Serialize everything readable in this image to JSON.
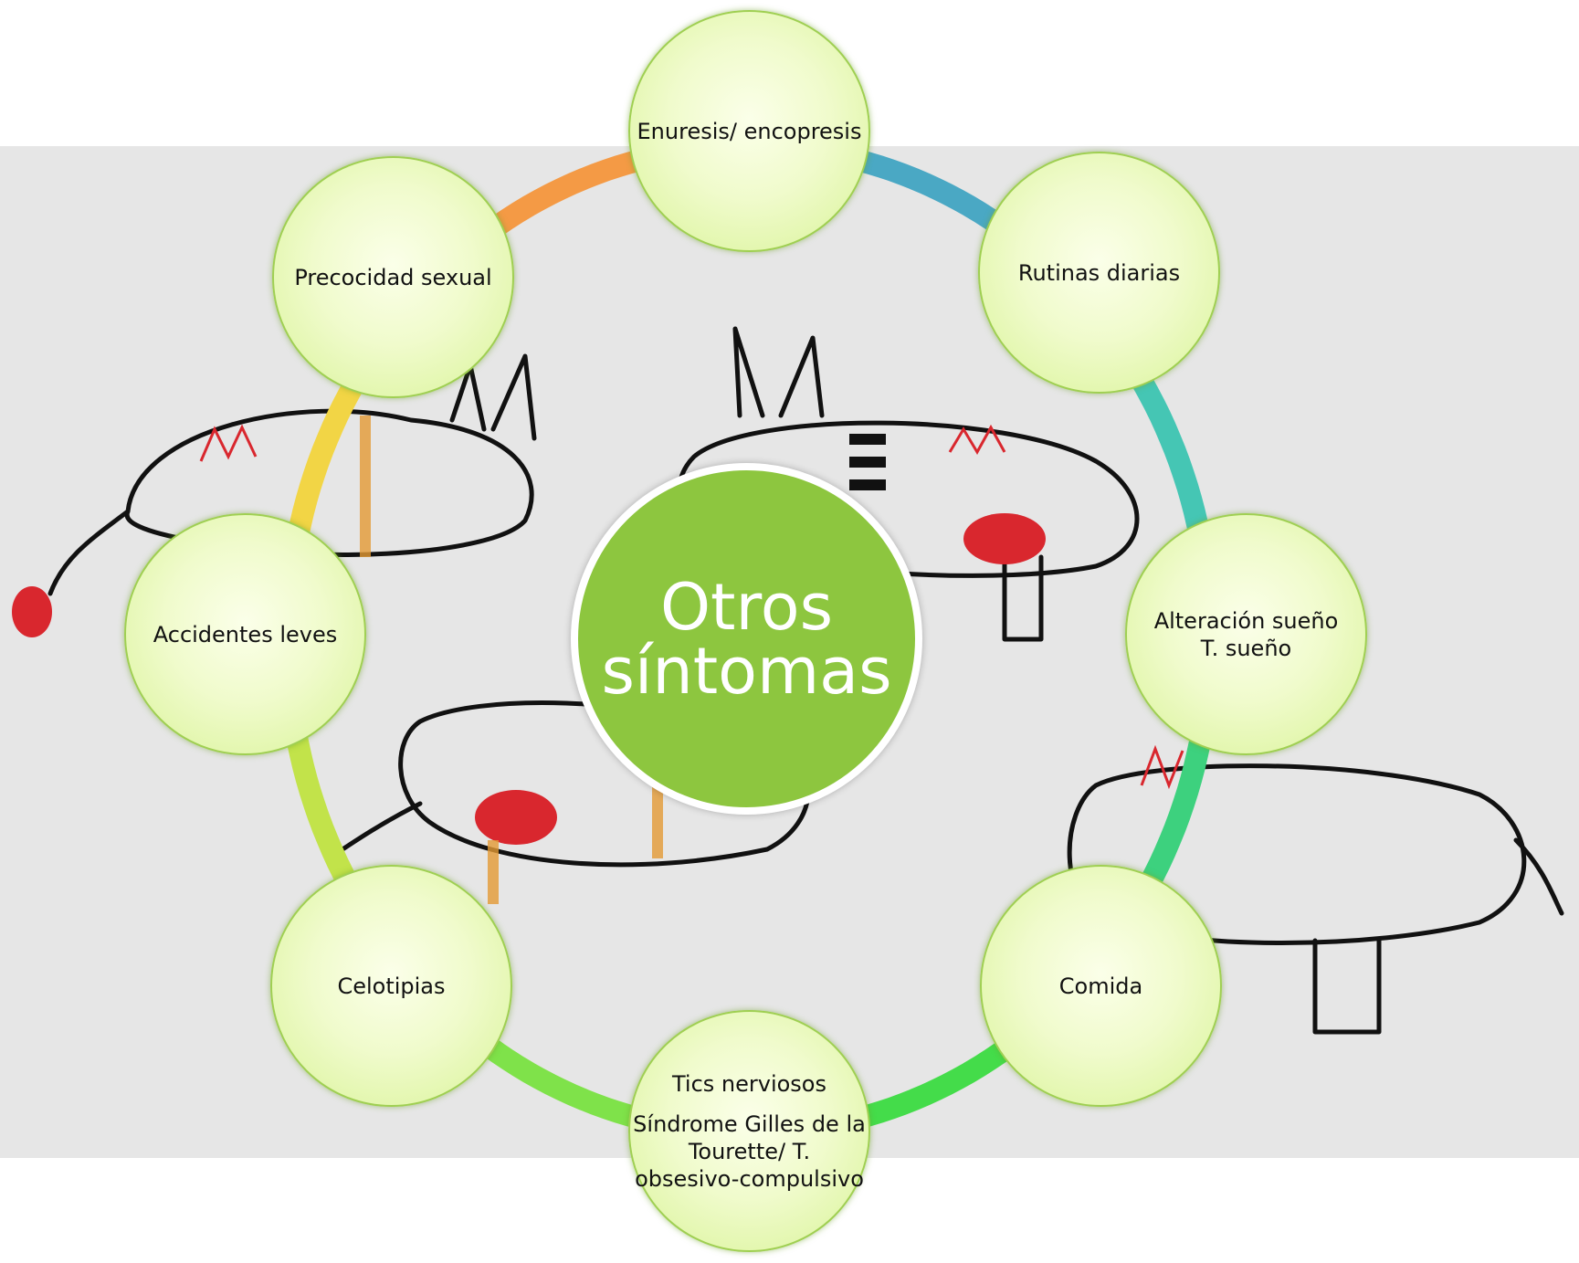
{
  "diagram": {
    "center": {
      "line1": "Otros",
      "line2": "síntomas",
      "color": "#8dc63f"
    },
    "nodes": [
      {
        "id": "enuresis",
        "lines": [
          "Enuresis/ encopresis"
        ]
      },
      {
        "id": "rutinas",
        "lines": [
          "Rutinas diarias"
        ]
      },
      {
        "id": "sueno",
        "lines": [
          "Alteración sueño",
          "T. sueño"
        ]
      },
      {
        "id": "comida",
        "lines": [
          "Comida"
        ]
      },
      {
        "id": "tics",
        "title": "Tics nerviosos",
        "lines": [
          "Síndrome Gilles de la",
          "Tourette/ T.",
          "obsesivo-compulsivo"
        ]
      },
      {
        "id": "celotipias",
        "lines": [
          "Celotipias"
        ]
      },
      {
        "id": "accidentes",
        "lines": [
          "Accidentes leves"
        ]
      },
      {
        "id": "precocidad",
        "lines": [
          "Precocidad sexual"
        ]
      }
    ],
    "ring_colors": [
      "#4aa8c4",
      "#45c6b4",
      "#3dd17e",
      "#44dc4a",
      "#7fe24a",
      "#c2e34a",
      "#f2d545",
      "#f49a45"
    ],
    "node_fill": "#e9f9c0",
    "background_band": "#e6e6e6"
  }
}
